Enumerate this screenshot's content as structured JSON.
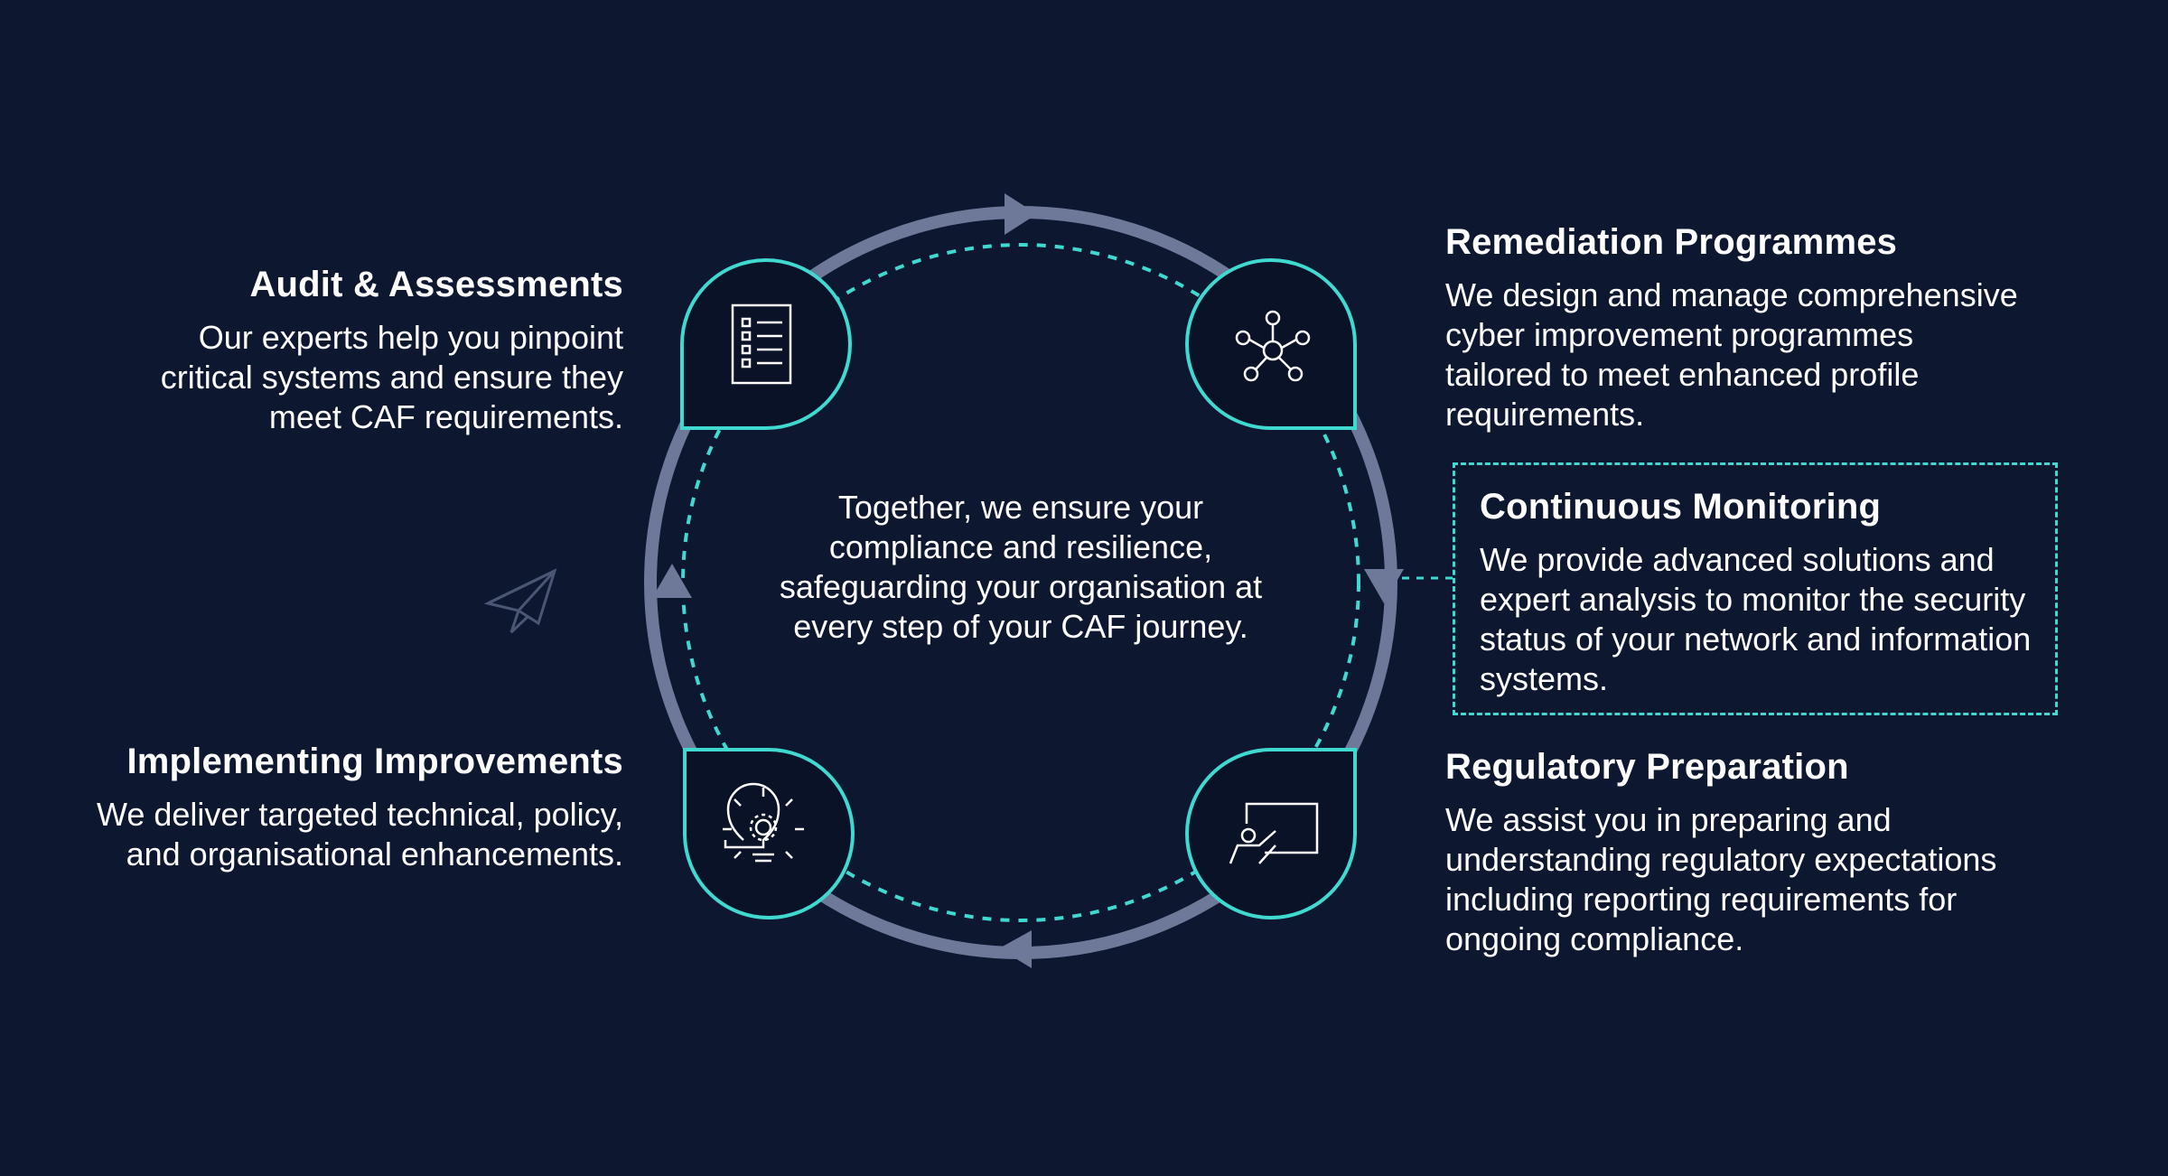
{
  "colors": {
    "background": "#0d1730",
    "ring": "#6e7898",
    "accent": "#3fd9cf",
    "badge_fill": "#0a1228",
    "text": "#ffffff"
  },
  "center_text": "Together, we ensure your compliance and resilience, safeguarding your organisation at every step of your CAF journey.",
  "stages": {
    "audit": {
      "title": "Audit & Assessments",
      "body": "Our experts help you pinpoint critical systems and ensure they meet CAF requirements.",
      "icon": "checklist-icon"
    },
    "remediation": {
      "title": "Remediation Programmes",
      "body": "We design and manage comprehensive cyber improvement programmes tailored to meet enhanced profile requirements.",
      "icon": "network-hub-icon"
    },
    "monitoring": {
      "title": "Continuous Monitoring",
      "body": "We provide advanced solutions and expert analysis to monitor the security status of your network and information systems."
    },
    "regulatory": {
      "title": "Regulatory Preparation",
      "body": "We assist you in preparing and understanding regulatory expectations including reporting requirements for ongoing compliance.",
      "icon": "presenter-board-icon"
    },
    "implementing": {
      "title": "Implementing Improvements",
      "body": "We deliver targeted technical, policy, and organisational enhancements.",
      "icon": "lightbulb-gear-icon"
    }
  },
  "decorations": {
    "paper_plane": "paper-plane-icon"
  }
}
